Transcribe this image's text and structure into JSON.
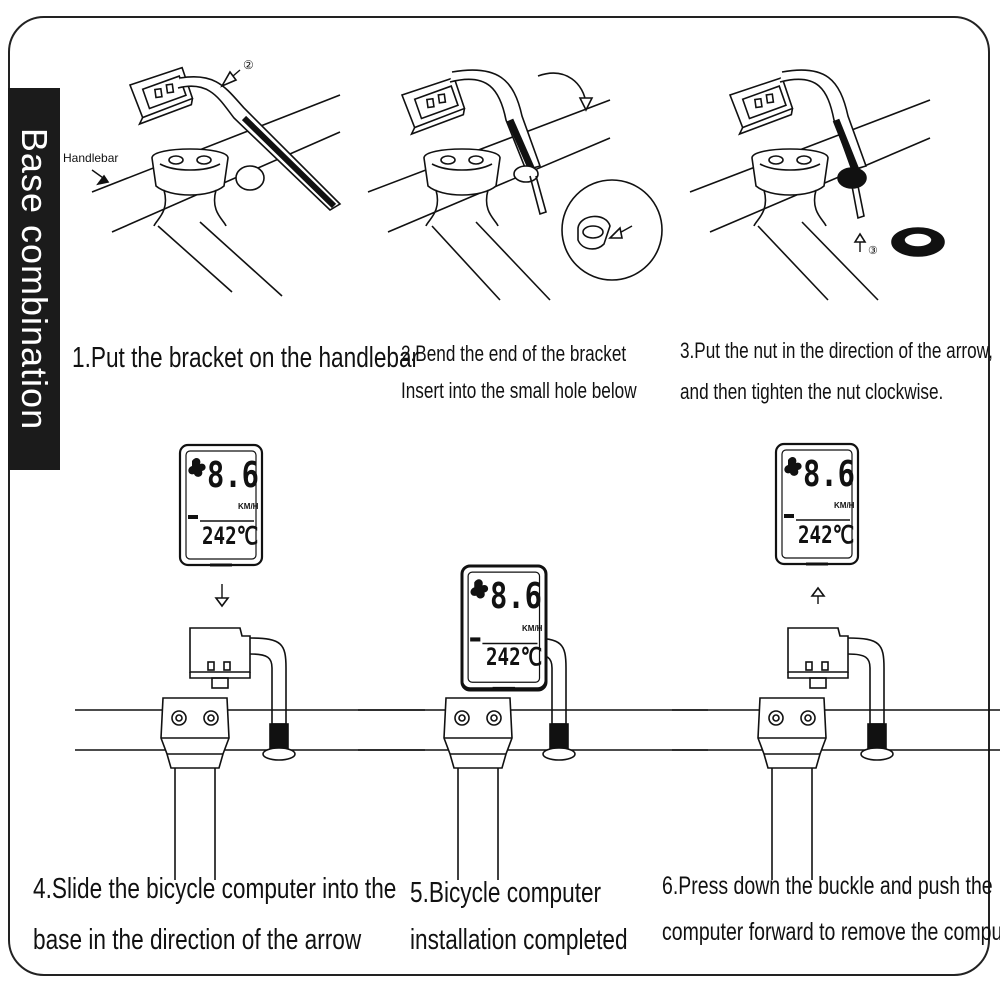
{
  "side_tab": {
    "title": "Base combination"
  },
  "labels": {
    "handlebar": "Handlebar"
  },
  "steps": [
    {
      "lines": [
        "1.Put the bracket on the handlebar"
      ]
    },
    {
      "lines": [
        "2.Bend the end of the bracket",
        "Insert into the small hole below"
      ]
    },
    {
      "lines": [
        "3.Put the nut in the direction of the arrow,",
        "and then tighten the nut clockwise."
      ]
    },
    {
      "lines": [
        "4.Slide the bicycle computer into the",
        " base in the direction of the arrow"
      ]
    },
    {
      "lines": [
        "5.Bicycle computer",
        "installation completed"
      ]
    },
    {
      "lines": [
        "6.Press down the buckle and push the",
        "computer forward to remove the computer"
      ]
    }
  ],
  "callouts": {
    "step1_marker": "②",
    "step3_marker": "③"
  },
  "display": {
    "speed": "8.6",
    "unit": "KM/H",
    "reading": "242℃"
  }
}
